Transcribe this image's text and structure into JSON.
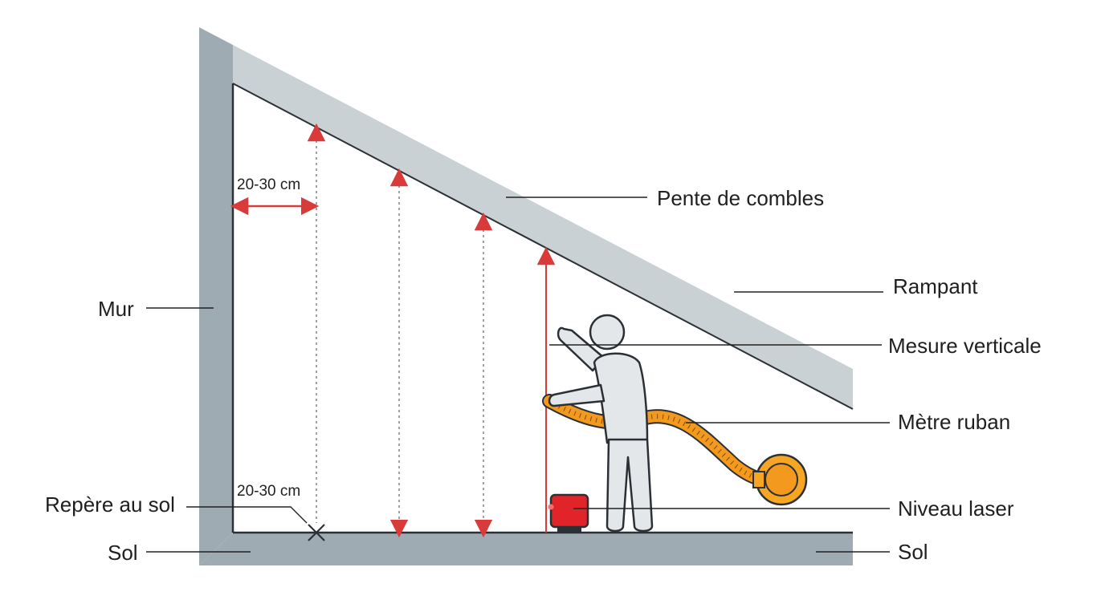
{
  "labels": {
    "wall": "Mur",
    "floor_left": "Sol",
    "floor_right": "Sol",
    "roof_slope": "Pente de combles",
    "rafter": "Rampant",
    "vertical_measure": "Mesure verticale",
    "tape_measure": "Mètre ruban",
    "laser_level": "Niveau laser",
    "floor_mark": "Repère au sol"
  },
  "dimensions": {
    "top_offset": "20-30 cm",
    "floor_offset": "20-30 cm"
  },
  "colors": {
    "structure": "#9fabb2",
    "roof": "#c9d1d5",
    "measure_red": "#d93a3a",
    "tape_orange": "#f39a1e",
    "laser_red": "#e0242a",
    "person": "#e4e7e9",
    "outline": "#2b3036"
  },
  "icons": {
    "person": "person-measuring-icon",
    "tape": "tape-measure-icon",
    "laser": "laser-level-icon",
    "mark": "cross-mark-icon"
  }
}
